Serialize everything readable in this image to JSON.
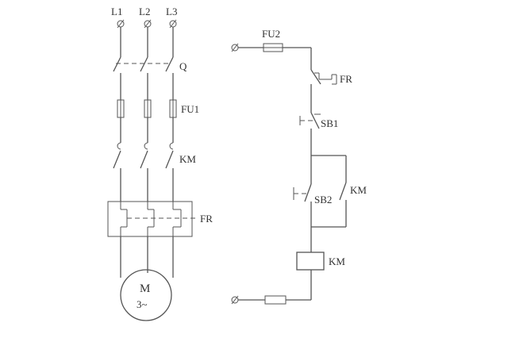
{
  "main_circuit": {
    "phase_labels": [
      "L1",
      "L2",
      "L3"
    ],
    "switch_label": "Q",
    "fuse_label": "FU1",
    "contactor_label": "KM",
    "relay_label": "FR",
    "motor": {
      "name": "M",
      "phases": "3~"
    }
  },
  "control_circuit": {
    "fuse_label": "FU2",
    "relay_contact_label": "FR",
    "stop_button_label": "SB1",
    "start_button_label": "SB2",
    "aux_contact_label": "KM",
    "coil_label": "KM"
  }
}
